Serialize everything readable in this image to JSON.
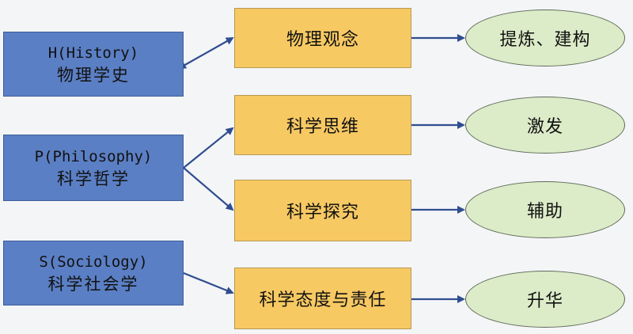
{
  "left_nodes": [
    {
      "en": "H(History)",
      "zh": "物理学史"
    },
    {
      "en": "P(Philosophy)",
      "zh": "科学哲学"
    },
    {
      "en": "S(Sociology)",
      "zh": "科学社会学"
    }
  ],
  "middle_nodes": [
    {
      "label": "物理观念"
    },
    {
      "label": "科学思维"
    },
    {
      "label": "科学探究"
    },
    {
      "label": "科学态度与责任"
    }
  ],
  "right_nodes": [
    {
      "label": "提炼、建构"
    },
    {
      "label": "激发"
    },
    {
      "label": "辅助"
    },
    {
      "label": "升华"
    }
  ],
  "colors": {
    "left_fill": "#5b7fc4",
    "middle_fill": "#f7c963",
    "right_fill": "#dcebc8",
    "arrow": "#2f4d8f"
  }
}
